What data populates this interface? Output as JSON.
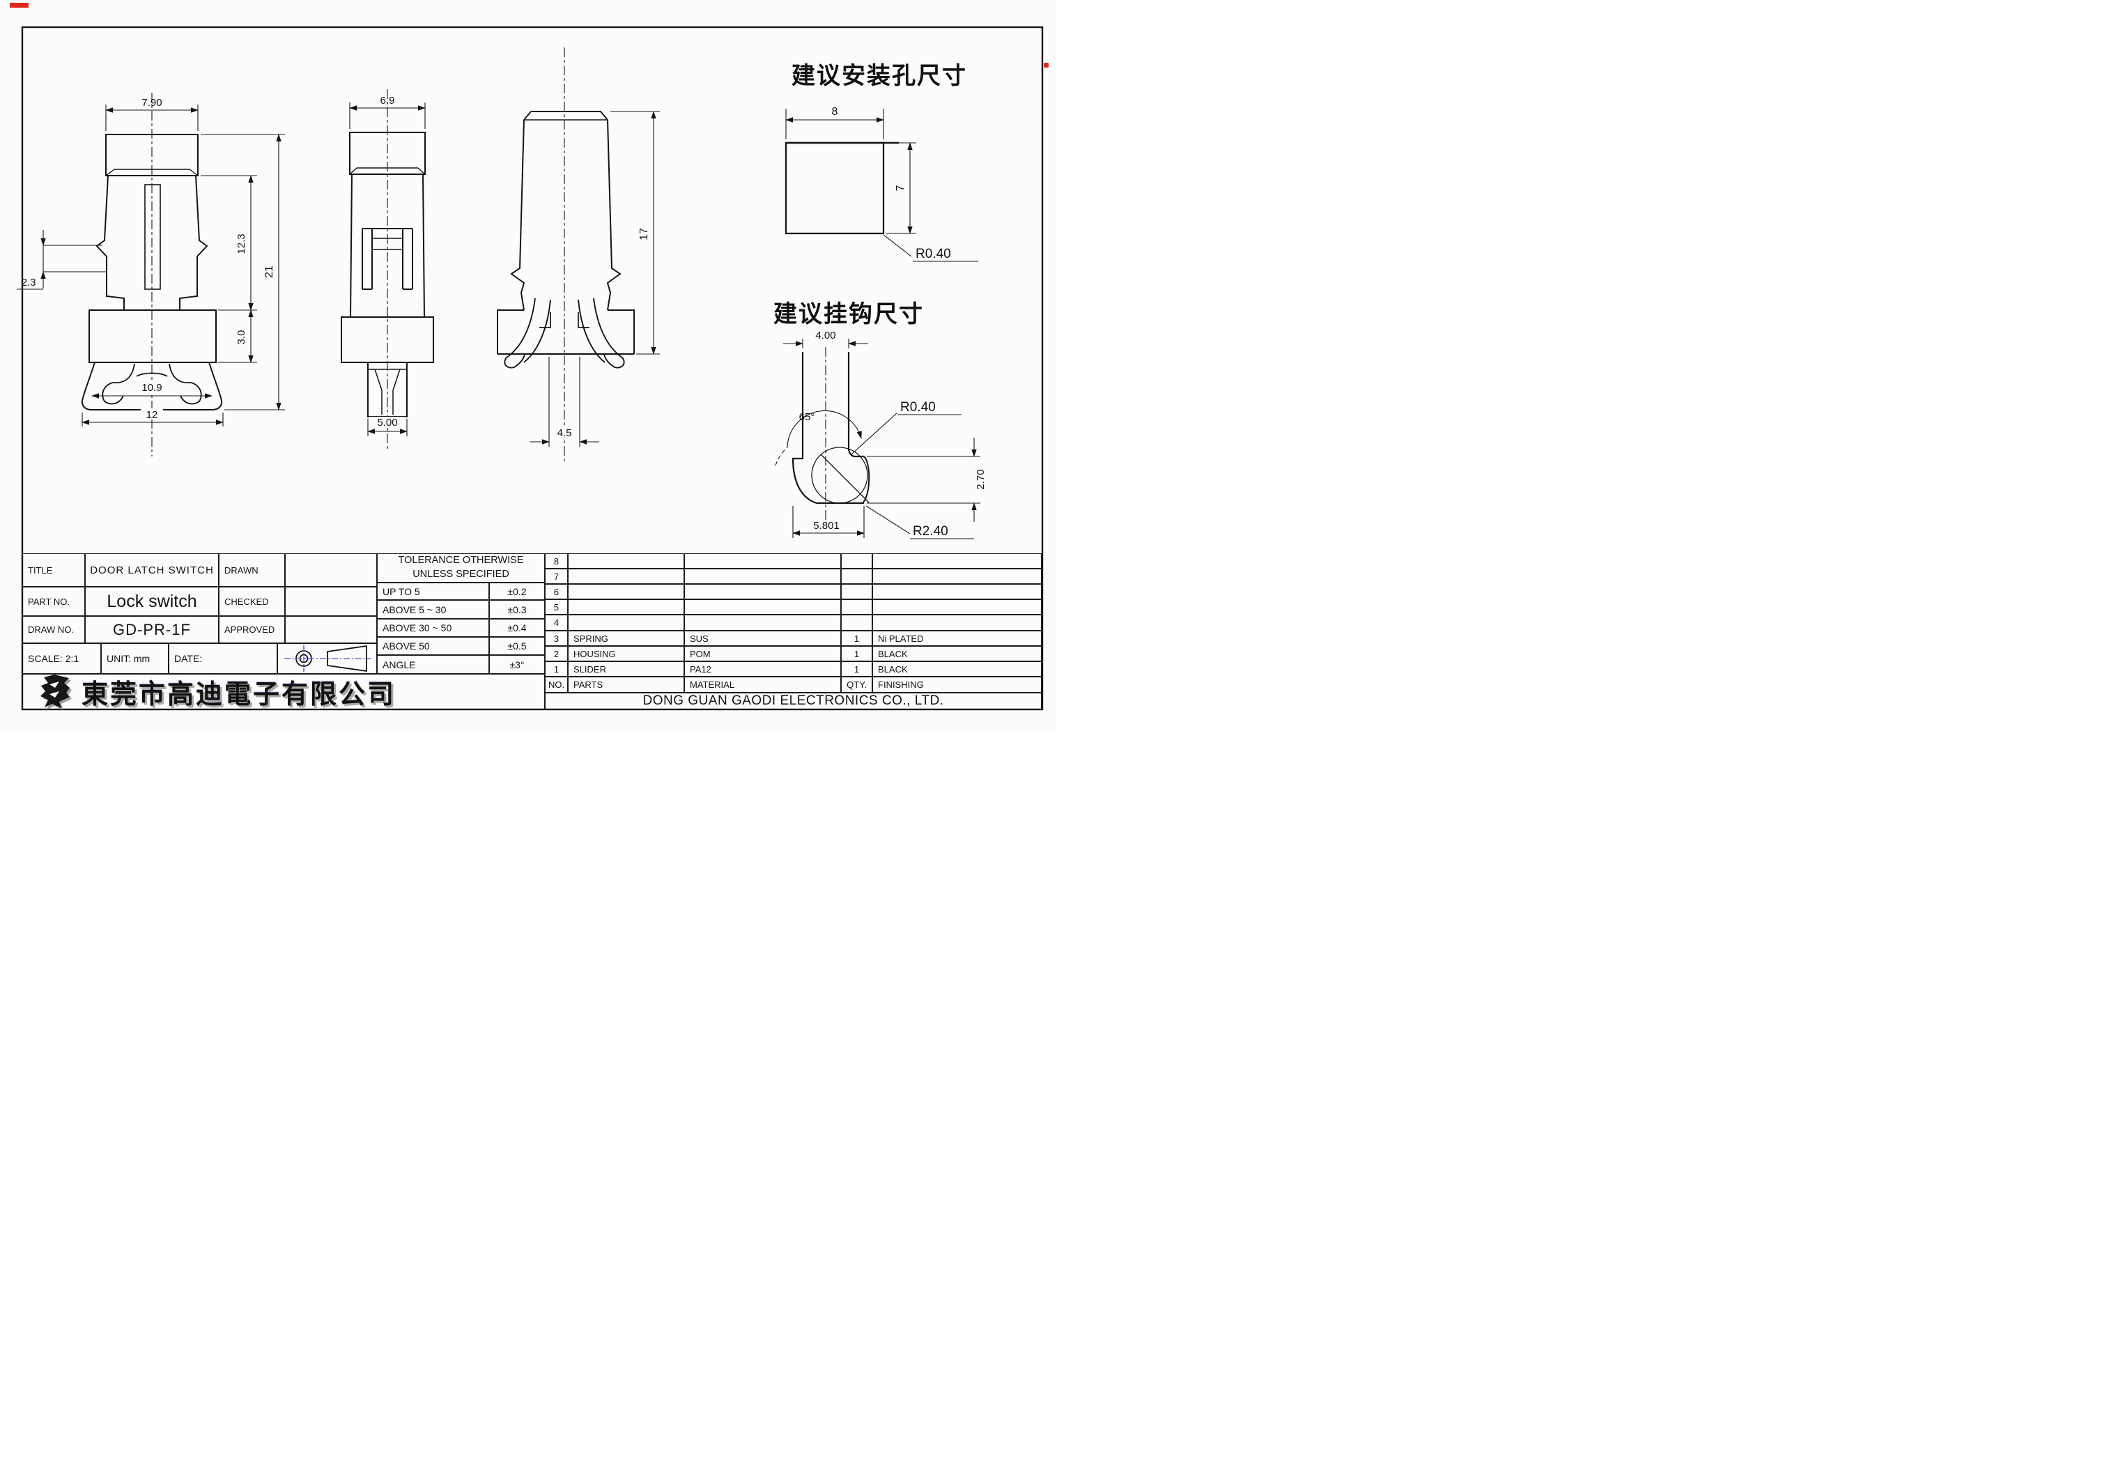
{
  "drawing": {
    "front_view": {
      "dim_width_top": "7.90",
      "dim_latch": "2.3",
      "dim_slot_height": "12.3",
      "dim_step": "3.0",
      "dim_total_height": "21",
      "dim_base_inner": "10.9",
      "dim_base_width": "12"
    },
    "side_view": {
      "dim_width_top": "6.9",
      "dim_stem": "5.00"
    },
    "rear_view": {
      "dim_height": "17",
      "dim_stem_gap": "4.5"
    },
    "mounting_hole_detail": {
      "title": "建议安装孔尺寸",
      "dim_width": "8",
      "dim_height": "7",
      "dim_radius": "R0.40"
    },
    "hook_detail": {
      "title": "建议挂钩尺寸",
      "dim_width": "4.00",
      "dim_angle": "65°",
      "dim_radius_top": "R0.40",
      "dim_height": "2.70",
      "dim_base": "5.801",
      "dim_radius_bottom": "R2.40"
    }
  },
  "title_block": {
    "title_label": "TITLE",
    "title_value": "DOOR LATCH SWITCH",
    "part_no_label": "PART NO.",
    "part_no_value": "Lock switch",
    "draw_no_label": "DRAW NO.",
    "draw_no_value": "GD-PR-1F",
    "drawn_label": "DRAWN",
    "checked_label": "CHECKED",
    "approved_label": "APPROVED",
    "scale_label": "SCALE: 2:1",
    "unit_label": "UNIT: mm",
    "date_label": "DATE:"
  },
  "tolerance_table": {
    "header_line1": "TOLERANCE OTHERWISE",
    "header_line2": "UNLESS SPECIFIED",
    "rows": [
      {
        "range": "UP TO 5",
        "tol": "±0.2"
      },
      {
        "range": "ABOVE 5 ~ 30",
        "tol": "±0.3"
      },
      {
        "range": "ABOVE 30 ~ 50",
        "tol": "±0.4"
      },
      {
        "range": "ABOVE 50",
        "tol": "±0.5"
      },
      {
        "range": "ANGLE",
        "tol": "±3°"
      }
    ]
  },
  "parts_table": {
    "header": {
      "no": "NO.",
      "parts": "PARTS",
      "material": "MATERIAL",
      "qty": "QTY.",
      "finishing": "FINISHING"
    },
    "rows": [
      {
        "no": "8",
        "part": "",
        "material": "",
        "qty": "",
        "finishing": ""
      },
      {
        "no": "7",
        "part": "",
        "material": "",
        "qty": "",
        "finishing": ""
      },
      {
        "no": "6",
        "part": "",
        "material": "",
        "qty": "",
        "finishing": ""
      },
      {
        "no": "5",
        "part": "",
        "material": "",
        "qty": "",
        "finishing": ""
      },
      {
        "no": "4",
        "part": "",
        "material": "",
        "qty": "",
        "finishing": ""
      },
      {
        "no": "3",
        "part": "SPRING",
        "material": "SUS",
        "qty": "1",
        "finishing": "Ni PLATED"
      },
      {
        "no": "2",
        "part": "HOUSING",
        "material": "POM",
        "qty": "1",
        "finishing": "BLACK"
      },
      {
        "no": "1",
        "part": "SLIDER",
        "material": "PA12",
        "qty": "1",
        "finishing": "BLACK"
      }
    ]
  },
  "company": {
    "name_cn": "東莞市高迪電子有限公司",
    "name_en": "DONG GUAN GAODI ELECTRONICS CO., LTD."
  },
  "colors": {
    "line": "#1a1a1a",
    "centerline_accent": "#7d5ce8",
    "artifact_red": "#e1251b"
  }
}
